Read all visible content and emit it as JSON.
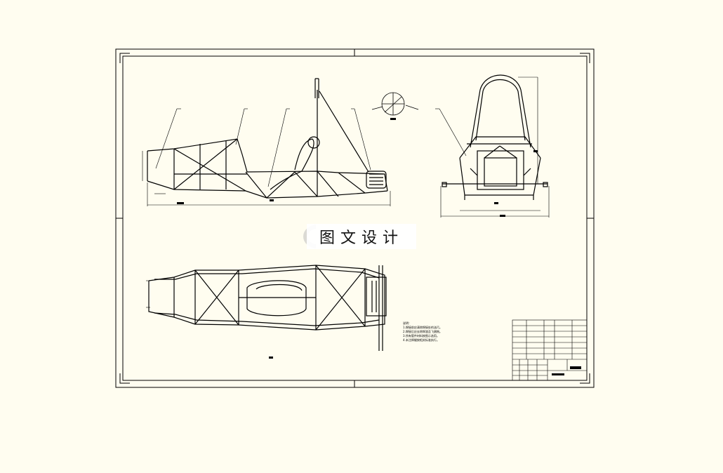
{
  "watermark": {
    "text": "图文设计"
  },
  "notes": {
    "lines": [
      "说明：",
      "1.焊接前应清除焊接处的油污。",
      "2.焊接后应去除焊渣及飞溅物。",
      "3.所有管件材料按图示选用。",
      "4.未注焊缝按相关标准执行。"
    ]
  },
  "colors": {
    "background": "#fffdf0",
    "line": "#000000"
  }
}
